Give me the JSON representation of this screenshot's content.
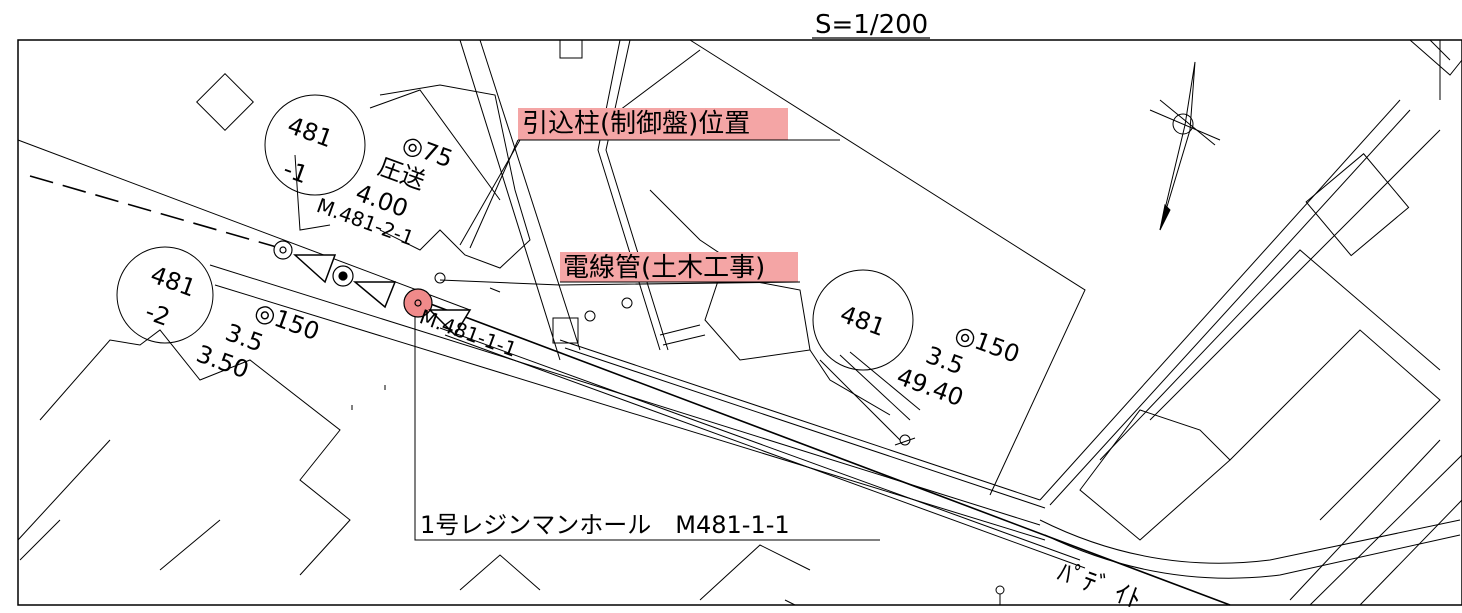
{
  "scale": "S=1/200",
  "callouts": {
    "pole": "引込柱(制御盤)位置",
    "conduit": "電線管(土木工事)",
    "manhole": "1号レジンマンホール　M481-1-1"
  },
  "parcels": {
    "p481_1": [
      "481",
      "-1"
    ],
    "p481_2": [
      "481",
      "-2"
    ],
    "p481": "481"
  },
  "pipes": {
    "main_75": {
      "diameter": "◎75",
      "type": "圧送",
      "length": "4.00"
    },
    "west_150": {
      "diameter": "◎150",
      "slope": "3.5",
      "length": "3.50"
    },
    "east_150": {
      "diameter": "◎150",
      "slope": "3.5",
      "length": "49.40"
    }
  },
  "manholes": {
    "m_481_2_1": "M.481-2-1",
    "m_481_1_1": "M.481-1-1"
  },
  "road_marking": "ﾊﾟﾃﾞ ｲﾄ",
  "colors": {
    "highlight": "#f4a5a5",
    "manhole_fill": "#f08a8a",
    "line": "#000000"
  }
}
